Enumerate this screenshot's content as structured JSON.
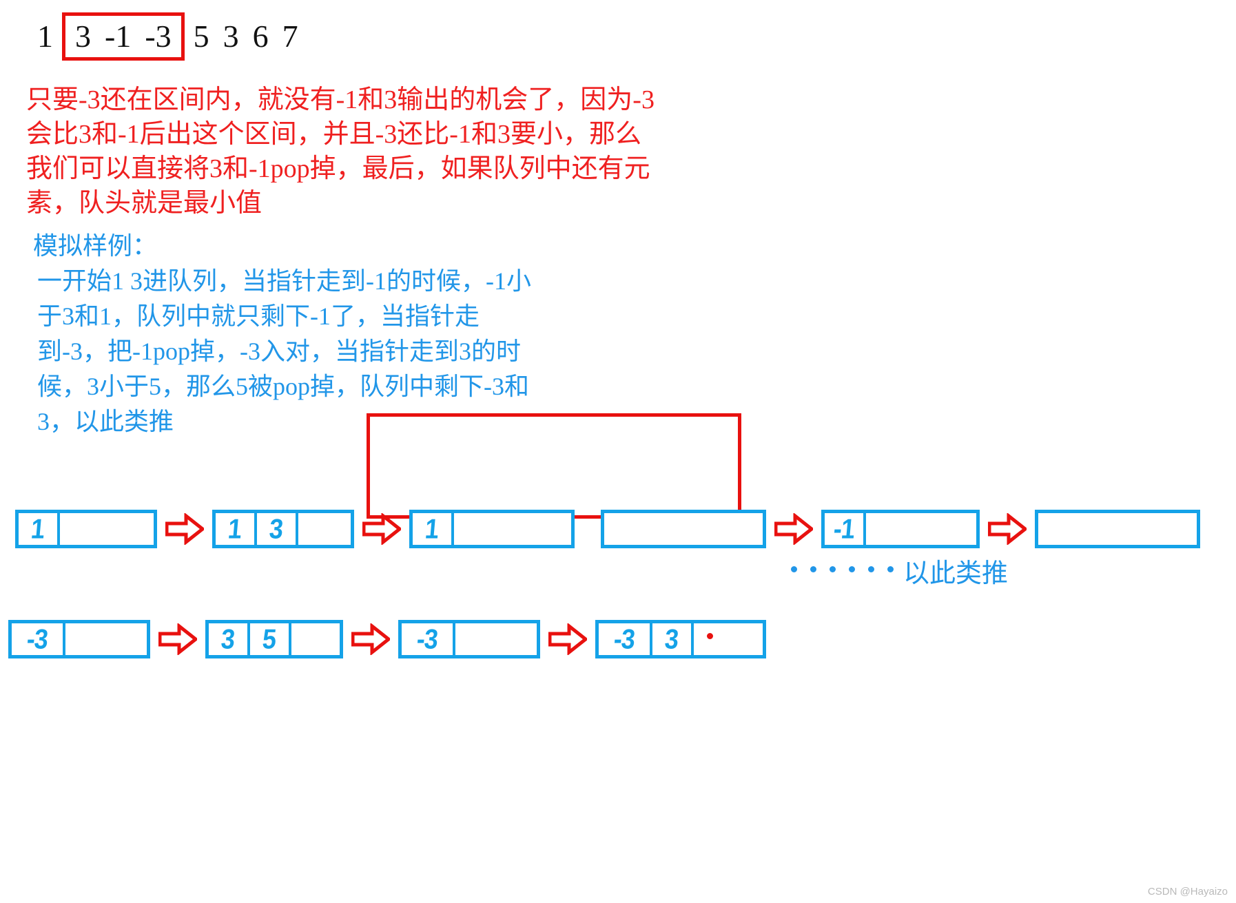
{
  "array": {
    "before": [
      "1"
    ],
    "window": [
      "3",
      "-1",
      "-3"
    ],
    "after": [
      "5",
      "3",
      "6",
      "7"
    ]
  },
  "colors": {
    "red": "#ef2020",
    "red_box": "#e8110f",
    "blue": "#2196e8",
    "blue_box": "#14a2e8"
  },
  "red_note": {
    "lines": [
      "只要-3还在区间内，就没有-1和3输出的机会了，因为-3",
      "会比3和-1后出这个区间，并且-3还比-1和3要小，那么",
      "我们可以直接将3和-1pop掉，最后，如果队列中还有元",
      "素，队头就是最小值"
    ]
  },
  "blue_note": {
    "title": "模拟样例：",
    "lines": [
      "一开始1 3进队列，当指针走到-1的时候，-1小",
      "于3和1，队列中就只剩下-1了，当指针走",
      "到-3，把-1pop掉，-3入对，当指针走到3的时",
      "候，3小于5，那么5被pop掉，队列中剩下-3和",
      "3，以此类推"
    ]
  },
  "queue_row_1": [
    {
      "cells": [
        "1"
      ]
    },
    {
      "cells": [
        "1",
        "3"
      ]
    },
    {
      "cells": [
        "1"
      ]
    },
    {
      "cells": []
    },
    {
      "cells": [
        "-1"
      ]
    },
    {
      "cells": []
    }
  ],
  "queue_row_2": [
    {
      "cells": [
        "-3"
      ]
    },
    {
      "cells": [
        "3",
        "5"
      ]
    },
    {
      "cells": [
        "-3"
      ]
    },
    {
      "cells": [
        "-3",
        "3"
      ],
      "dot": true
    }
  ],
  "etc": {
    "dots_count": 6,
    "label": "以此类推"
  },
  "watermark": "CSDN @Hayaizo"
}
